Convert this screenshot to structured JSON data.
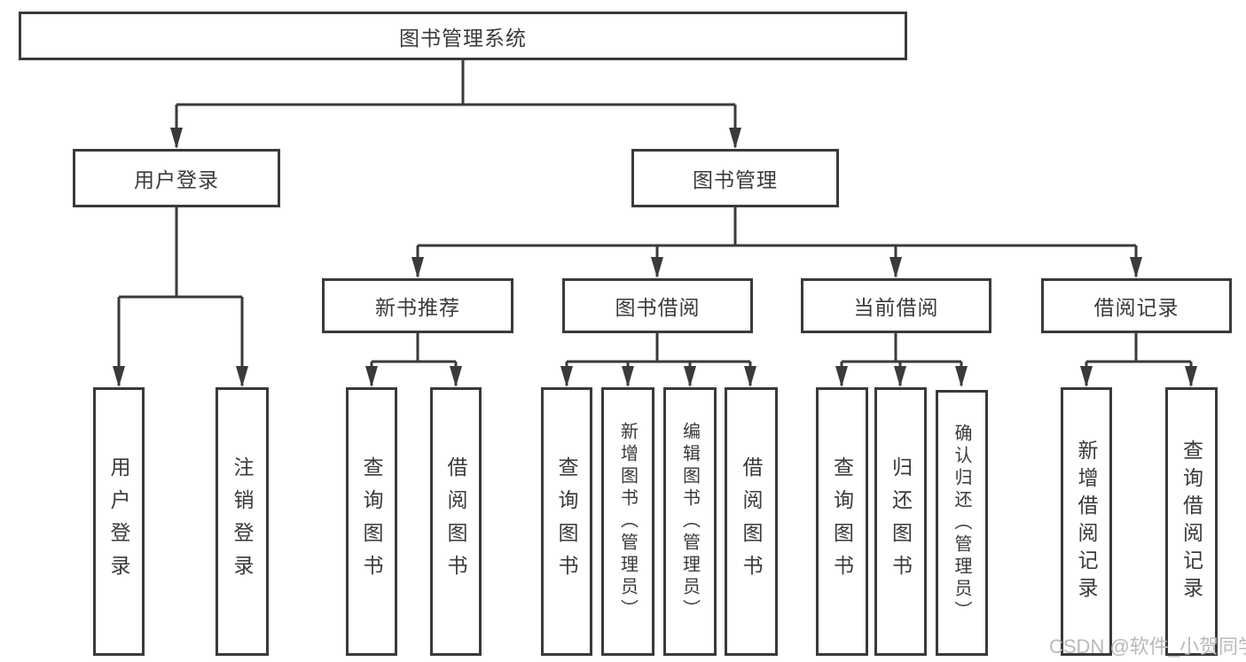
{
  "diagram": {
    "root": {
      "label": "图书管理系统"
    },
    "branches": [
      {
        "label": "用户登录"
      },
      {
        "label": "图书管理"
      }
    ],
    "modules": [
      {
        "label": "新书推荐"
      },
      {
        "label": "图书借阅"
      },
      {
        "label": "当前借阅"
      },
      {
        "label": "借阅记录"
      }
    ],
    "leaves": [
      {
        "label": "用户登录"
      },
      {
        "label": "注销登录"
      },
      {
        "label": "查询图书"
      },
      {
        "label": "借阅图书"
      },
      {
        "label": "查询图书"
      },
      {
        "label": "新增图书（管理员）"
      },
      {
        "label": "编辑图书（管理员）"
      },
      {
        "label": "借阅图书"
      },
      {
        "label": "查询图书"
      },
      {
        "label": "归还图书"
      },
      {
        "label": "确认归还（管理员）"
      },
      {
        "label": "新增借阅记录"
      },
      {
        "label": "查询借阅记录"
      }
    ]
  },
  "watermark": {
    "text": "CSDN @软件_小贺同学"
  },
  "colors": {
    "line": "#3a3a3a",
    "text": "#3a3a3a",
    "watermark": "#b9b9b9",
    "background": "#ffffff"
  }
}
